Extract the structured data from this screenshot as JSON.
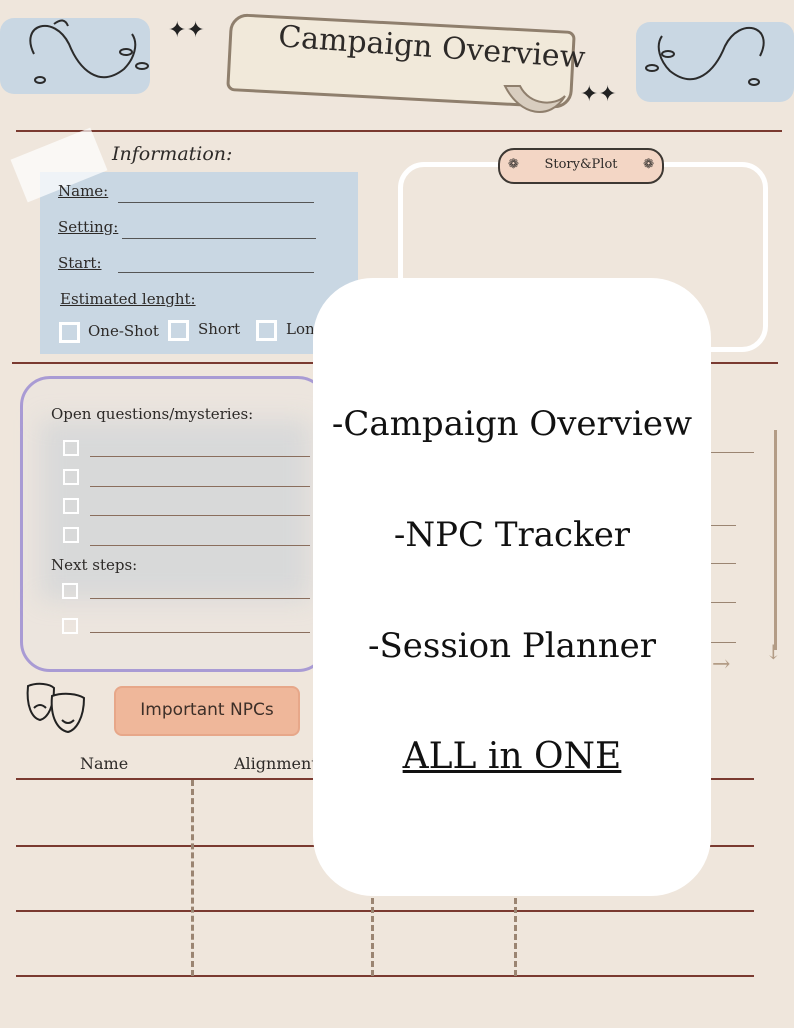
{
  "header": {
    "title": "Campaign Overview"
  },
  "information": {
    "label": "Information:",
    "fields": [
      {
        "label": "Name:"
      },
      {
        "label": "Setting:"
      },
      {
        "label": "Start:"
      }
    ],
    "estimated_length": {
      "label": "Estimated lenght:",
      "options": [
        "One-Shot",
        "Short",
        "Lon"
      ]
    }
  },
  "story": {
    "label": "Story&Plot"
  },
  "questions": {
    "open_label": "Open questions/mysteries:",
    "next_label": "Next steps:"
  },
  "npcs": {
    "button_label": "Important NPCs",
    "columns": [
      "Name",
      "Alignment"
    ]
  },
  "overlay": {
    "lines": [
      "-Campaign Overview",
      "-NPC Tracker",
      "-Session Planner"
    ],
    "highlight": "ALL in ONE"
  },
  "colors": {
    "background": "#efe6dc",
    "accent_blue": "#c9d7e3",
    "accent_peach": "#efb79a",
    "accent_lavender": "#a99bd4",
    "rule_brown": "#7a3a30"
  }
}
